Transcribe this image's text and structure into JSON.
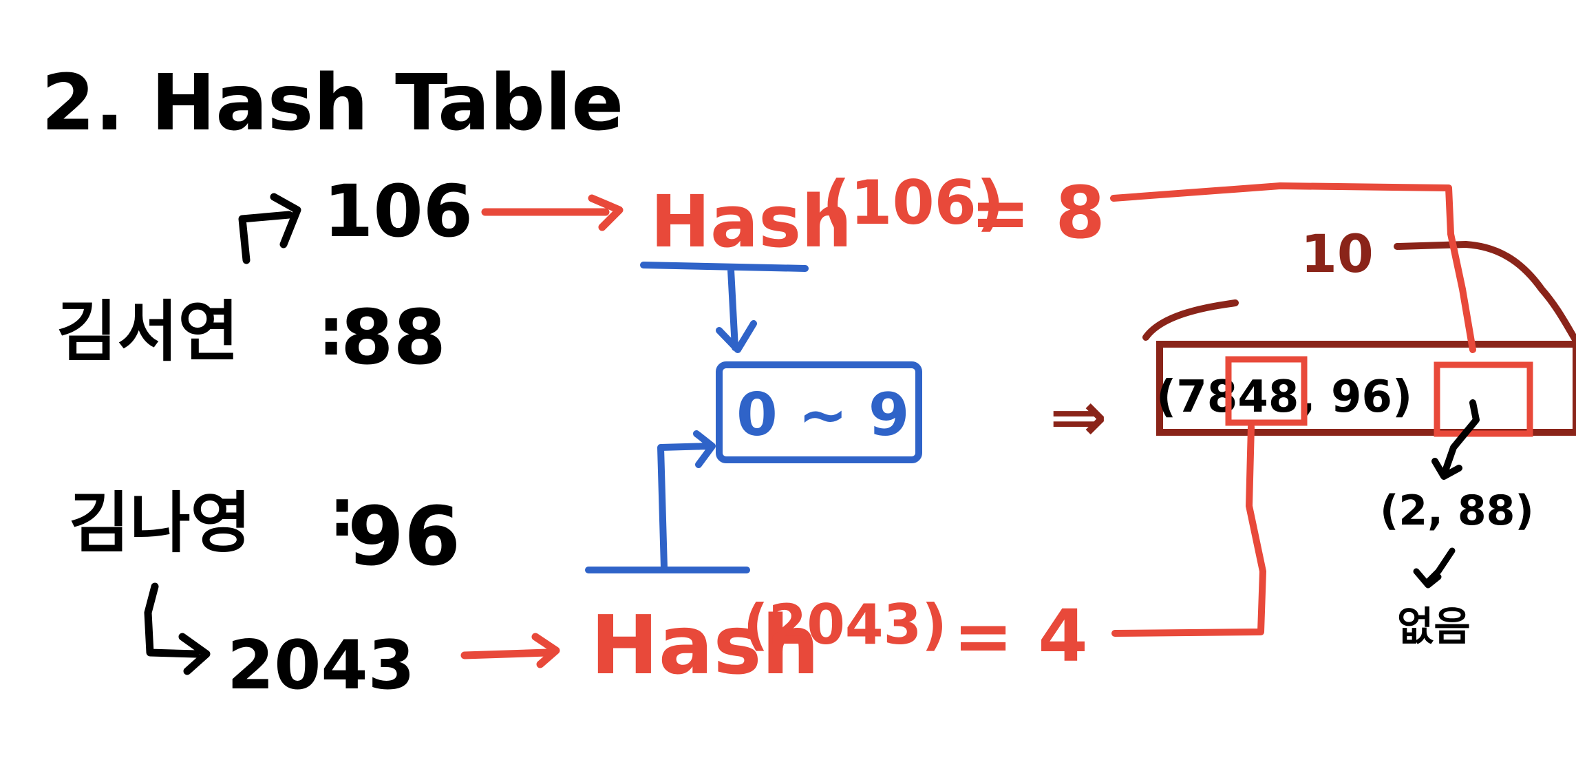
{
  "title": "2. Hash Table",
  "colors": {
    "ink": "#000000",
    "hash": "#e8493a",
    "range": "#2f63c8",
    "table": "#8a2419"
  },
  "students": {
    "kim": {
      "name": "김서연",
      "score": "88",
      "key": "106"
    },
    "park": {
      "name": "김나영",
      "score": "96",
      "key": "2043"
    }
  },
  "hash_calls": {
    "first": {
      "label": "Hash",
      "arg": "(106)",
      "result": "= 8"
    },
    "second": {
      "label": "Hash",
      "arg": "(2043)",
      "result": "= 4"
    }
  },
  "range_box": {
    "label": "0 ~ 9"
  },
  "table": {
    "size_label": "10",
    "implies": "⇒",
    "slot4_entries": "(7848, 96)",
    "slot8_chain": {
      "entry": "(2, 88)",
      "tail_text": "없음"
    }
  }
}
